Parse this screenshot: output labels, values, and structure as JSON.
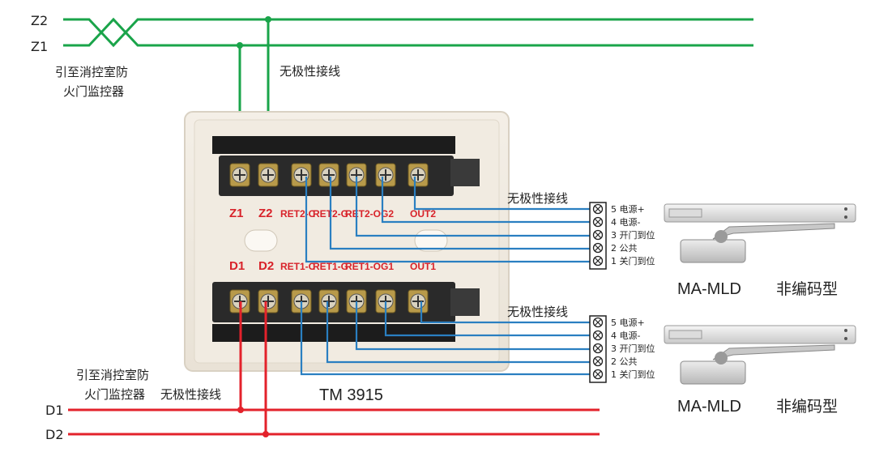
{
  "bus_top": {
    "z2": "Z2",
    "z1": "Z1"
  },
  "bus_bottom": {
    "d1": "D1",
    "d2": "D2"
  },
  "labels": {
    "to_control_room_line1": "引至消控室防",
    "to_control_room_line2": "火门监控器",
    "nonpolar_top": "无极性接线",
    "nonpolar_bottom": "无极性接线",
    "nonpolar_right_top": "无极性接线",
    "nonpolar_right_bottom": "无极性接线",
    "module_name": "TM 3915"
  },
  "module_terminals_top": [
    "Z1",
    "Z2",
    "RET2-C",
    "RET2-G",
    "RET2-O",
    "G2",
    "OUT2"
  ],
  "module_terminals_bottom": [
    "D1",
    "D2",
    "RET1-C",
    "RET1-G",
    "RET1-O",
    "G1",
    "OUT1"
  ],
  "terminal_block_top": [
    "5 电源+",
    "4 电源-",
    "3 开门到位",
    "2 公共",
    "1 关门到位"
  ],
  "terminal_block_bottom": [
    "5 电源+",
    "4 电源-",
    "3 开门到位",
    "2 公共",
    "1 关门到位"
  ],
  "devices": [
    {
      "model": "MA-MLD",
      "type": "非编码型"
    },
    {
      "model": "MA-MLD",
      "type": "非编码型"
    }
  ],
  "colors": {
    "green_wire": "#1aa44a",
    "red_wire": "#e3222b",
    "blue_wire": "#2a7fc1",
    "label_red": "#d8232a"
  }
}
